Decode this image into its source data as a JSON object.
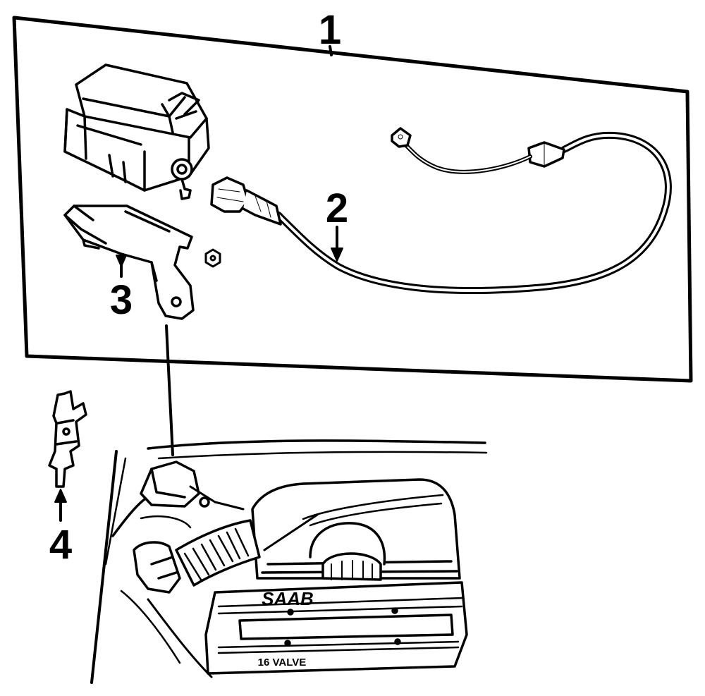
{
  "callouts": {
    "assembly": "1",
    "harness": "2",
    "bracket": "3",
    "clip": "4"
  },
  "engine": {
    "brand_text": "SAAB",
    "valve_text": "16 VALVE"
  },
  "colors": {
    "ink": "#000000",
    "paper": "#ffffff"
  }
}
